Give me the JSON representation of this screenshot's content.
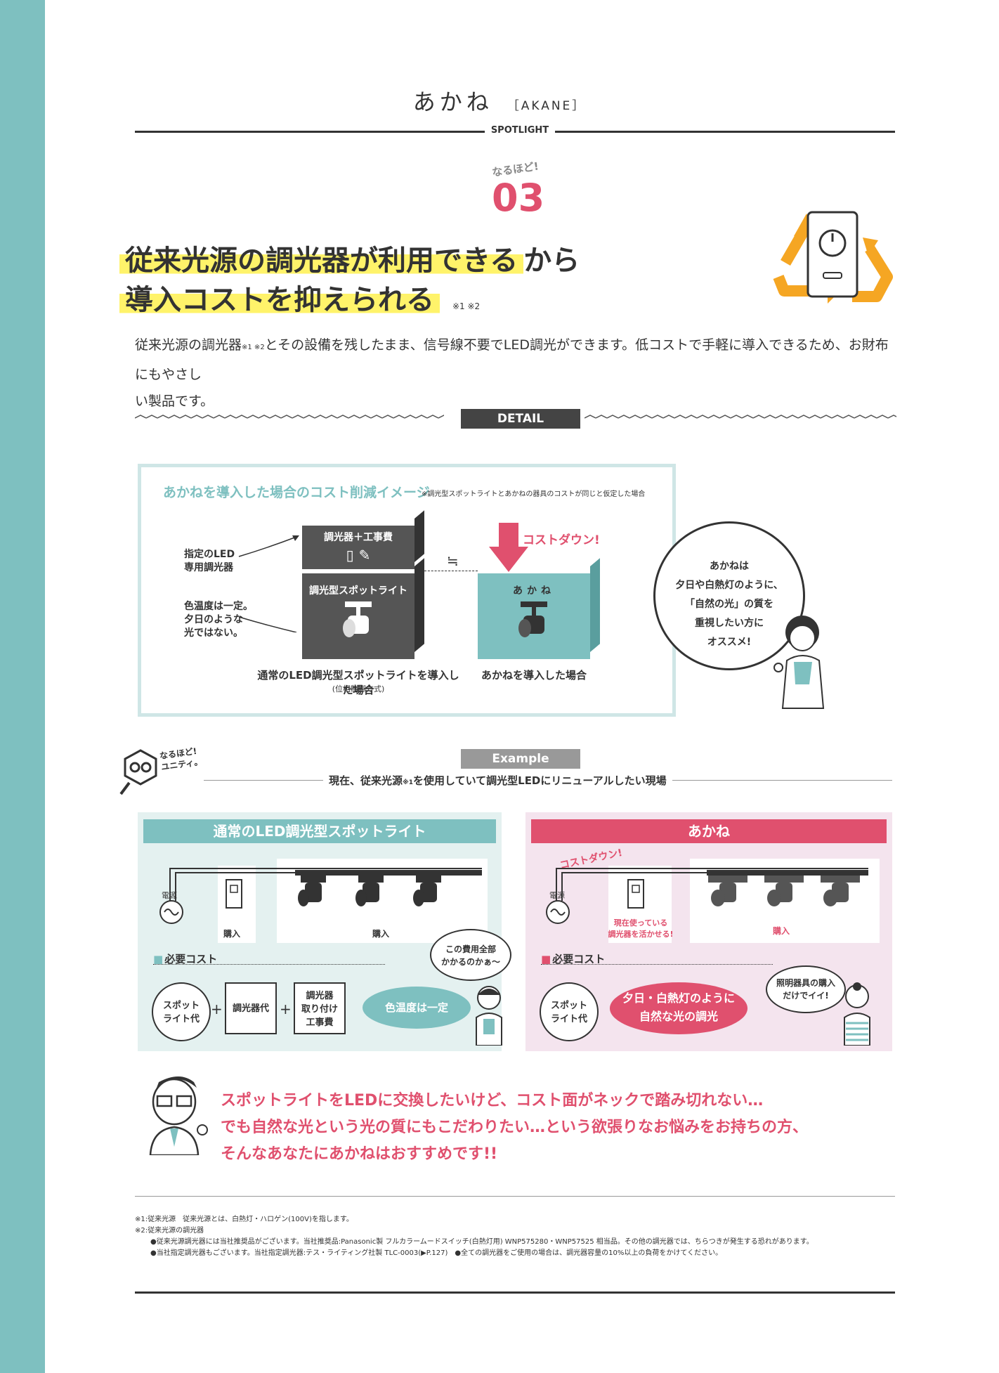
{
  "header": {
    "title": "あかね",
    "title_en": "［AKANE］",
    "category": "SPOTLIGHT"
  },
  "feature": {
    "naruhodo": "なるほど!",
    "number": "03",
    "headline_1_hl": "従来光源の調光器が利用できる",
    "headline_1_rest": "から",
    "headline_2": "導入コストを抑えられる",
    "headline_notes": "※1 ※2",
    "body_1": "従来光源の調光器",
    "body_notes": "※1 ※2",
    "body_2": "とその設備を残したまま、信号線不要でLED調光ができます。低コストで手軽に導入できるため、お財布にもやさし",
    "body_3": "い製品です。"
  },
  "detail": {
    "tag": "DETAIL",
    "title": "あかねを導入した場合のコスト削減イメージ",
    "note": "※調光型スポットライトとあかねの器具のコストが同じと仮定した場合",
    "label_dimmer_1": "指定のLED",
    "label_dimmer_2": "専用調光器",
    "label_color_1": "色温度は一定。",
    "label_color_2": "夕日のような",
    "label_color_3": "光ではない。",
    "box_top": "調光器＋工事費",
    "box_bottom": "調光型スポットライト",
    "approx": "≒",
    "cost_down": "コストダウン!",
    "box_akane": "あかね",
    "caption_left": "通常のLED調光型スポットライトを導入した場合",
    "caption_left_sub": "(位相制御方式)",
    "caption_right": "あかねを導入した場合",
    "bubble_1": "あかねは",
    "bubble_2": "夕日や白熱灯のように、",
    "bubble_3": "「自然の光」の質を",
    "bubble_4": "重視したい方に",
    "bubble_5": "オススメ!"
  },
  "example": {
    "unity_1": "なるほど!",
    "unity_2": "ユニティ。",
    "tag": "Example",
    "subtitle_1": "現在、従来光源",
    "subtitle_note": "※1",
    "subtitle_2": "を使用していて調光型LEDにリニューアルしたい現場",
    "left": {
      "band": "通常のLED調光型スポットライト",
      "power": "電源",
      "buy_1": "購入",
      "buy_2": "購入",
      "need": "必要コスト",
      "c1_1": "スポット",
      "c1_2": "ライト代",
      "c2": "調光器代",
      "c3_1": "調光器",
      "c3_2": "取り付け",
      "c3_3": "工事費",
      "pill": "色温度は一定",
      "bubble_1": "この費用全部",
      "bubble_2": "かかるのかぁ〜"
    },
    "right": {
      "band": "あかね",
      "cost_down": "コストダウン!",
      "power": "電源",
      "reuse_1": "現在使っている",
      "reuse_2": "調光器を活かせる!",
      "buy": "購入",
      "need": "必要コスト",
      "c1_1": "スポット",
      "c1_2": "ライト代",
      "pill_1": "夕日・白熱灯のように",
      "pill_2": "自然な光の調光",
      "bubble_1": "照明器具の購入",
      "bubble_2": "だけでイイ!"
    }
  },
  "message": {
    "line_1": "スポットライトをLEDに交換したいけど、コスト面がネックで踏み切れない…",
    "line_2": "でも自然な光という光の質にもこだわりたい…という欲張りなお悩みをお持ちの方、",
    "line_3": "そんなあなたにあかねはおすすめです!!"
  },
  "footnotes": {
    "n1": "※1:従来光源　従来光源とは、白熱灯・ハロゲン(100V)を指します。",
    "n2": "※2:従来光源の調光器",
    "n3": "●従来光源調光器には当社推奨品がございます。当社推奨品:Panasonic製 フルカラームードスイッチ(白熱灯用) WNP575280・WNP57525 相当品。その他の調光器では、ちらつきが発生する恐れがあります。",
    "n4": "●当社指定調光器もございます。当社指定調光器:テス・ライティング社製 TLC-0003(▶P.127)　●全ての調光器をご使用の場合は、調光器容量の10%以上の負荷をかけてください。"
  },
  "colors": {
    "teal": "#7ec0c0",
    "pink": "#e0506e",
    "orange": "#f5a623",
    "highlight": "#fff36a"
  }
}
